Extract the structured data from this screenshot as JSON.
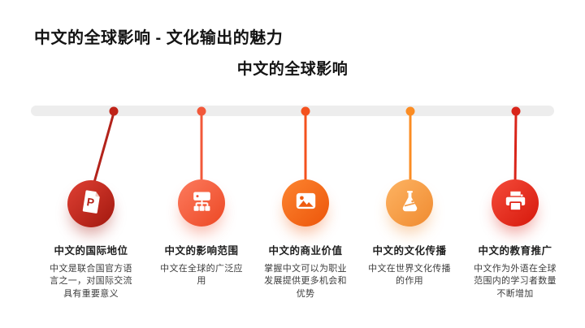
{
  "slide": {
    "title": "中文的全球影响 - 文化输出的魅力",
    "subtitle": "中文的全球影响"
  },
  "timeline": {
    "bar_color": "#ededed",
    "items": [
      {
        "title": "中文的国际地位",
        "desc": "中文是联合国官方语言之一，对国际交流具有重要意义",
        "icon": "document-p-icon",
        "accent_color": "#b3231b"
      },
      {
        "title": "中文的影响范围",
        "desc": "中文在全球的广泛应用",
        "icon": "org-chart-icon",
        "accent_color": "#f2583a"
      },
      {
        "title": "中文的商业价值",
        "desc": "掌握中文可以为职业发展提供更多机会和优势",
        "icon": "image-icon",
        "accent_color": "#f4511e"
      },
      {
        "title": "中文的文化传播",
        "desc": "中文在世界文化传播的作用",
        "icon": "flask-icon",
        "accent_color": "#fb8c23"
      },
      {
        "title": "中文的教育推广",
        "desc": "中文作为外语在全球范围内的学习者数量不断增加",
        "icon": "printer-icon",
        "accent_color": "#d9251a"
      }
    ]
  },
  "colors": {
    "background": "#ffffff",
    "title_text": "#141414",
    "body_text": "#3d3d3d",
    "bubble_red_dark": "#a81c12",
    "bubble_coral": "#ee4d2a",
    "bubble_orange": "#ee5a0e",
    "bubble_light_orange": "#f18f35",
    "bubble_red": "#d91d10"
  }
}
